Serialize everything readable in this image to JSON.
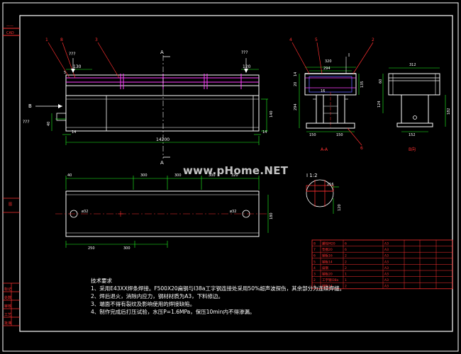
{
  "watermark": "www.pHome.NET",
  "front_view": {
    "callouts": [
      "1",
      "8",
      "3"
    ],
    "qmarks": [
      "???",
      "???",
      "???"
    ],
    "section_label": "A",
    "view_label": "B",
    "dims": {
      "left_top": "130",
      "left_small": "5",
      "right_top": "120",
      "height_a": "40",
      "right_h": "140",
      "left_b": "14",
      "right_b": "14",
      "total": "14200"
    }
  },
  "section_view": {
    "callouts": [
      "4",
      "5",
      "2"
    ],
    "detail_mark": "I",
    "dims": {
      "top": "320",
      "top_inner": "294",
      "left_a": "20",
      "left_b": "14",
      "height": "294",
      "right_h": "135",
      "bottom_l": "150",
      "bottom_r": "150",
      "mid": "16"
    },
    "callout_bottom": "6",
    "label": "A-A"
  },
  "side_view": {
    "dims": {
      "top": "312",
      "left": "60",
      "left_b": "124",
      "right": "182",
      "bottom": "152"
    },
    "label": "B向"
  },
  "plan_view": {
    "dims": {
      "left_off": "40",
      "span_a": "300",
      "span_b": "300",
      "span_c": "300",
      "span_d": "320",
      "hole_l": "ø32",
      "hole_r": "ø32",
      "right_h": "180",
      "bottom_a": "250",
      "bottom_b": "300"
    }
  },
  "detail_view": {
    "label": "I 1:2",
    "dims": {
      "a": "216",
      "b": "120"
    }
  },
  "notes": {
    "title": "技术要求",
    "lines": [
      "1、采用E43XX焊条焊接。F500X20扁钢与I38a工字钢连接处采用50%超声波探伤，其余部分为连续焊缝。",
      "2、焊后退火，消除内应力，钢材材质为A3，下料修边。",
      "3、端面不得有裂纹及影响使用的焊接缺陷。",
      "4、制作完成后打压试验，水压P=1.6MPa，保压10min内不得渗漏。"
    ]
  },
  "left_border_labels": [
    "标记",
    "处数",
    "审核",
    "工艺",
    "批准"
  ],
  "parts_table": {
    "rows": [
      [
        "8",
        "螺栓M20",
        "6",
        "A3",
        "",
        ""
      ],
      [
        "7",
        "垫圈20",
        "6",
        "A3",
        "",
        ""
      ],
      [
        "6",
        "钢板16",
        "2",
        "A3",
        "",
        ""
      ],
      [
        "5",
        "钢板14",
        "2",
        "A3",
        "",
        ""
      ],
      [
        "4",
        "扁钢",
        "2",
        "A3",
        "",
        ""
      ],
      [
        "3",
        "钢板20",
        "1",
        "A3",
        "",
        ""
      ],
      [
        "2",
        "工字钢I38a",
        "1",
        "A3",
        "",
        ""
      ],
      [
        "1",
        "钢板14",
        "2",
        "A3",
        "",
        ""
      ]
    ]
  }
}
